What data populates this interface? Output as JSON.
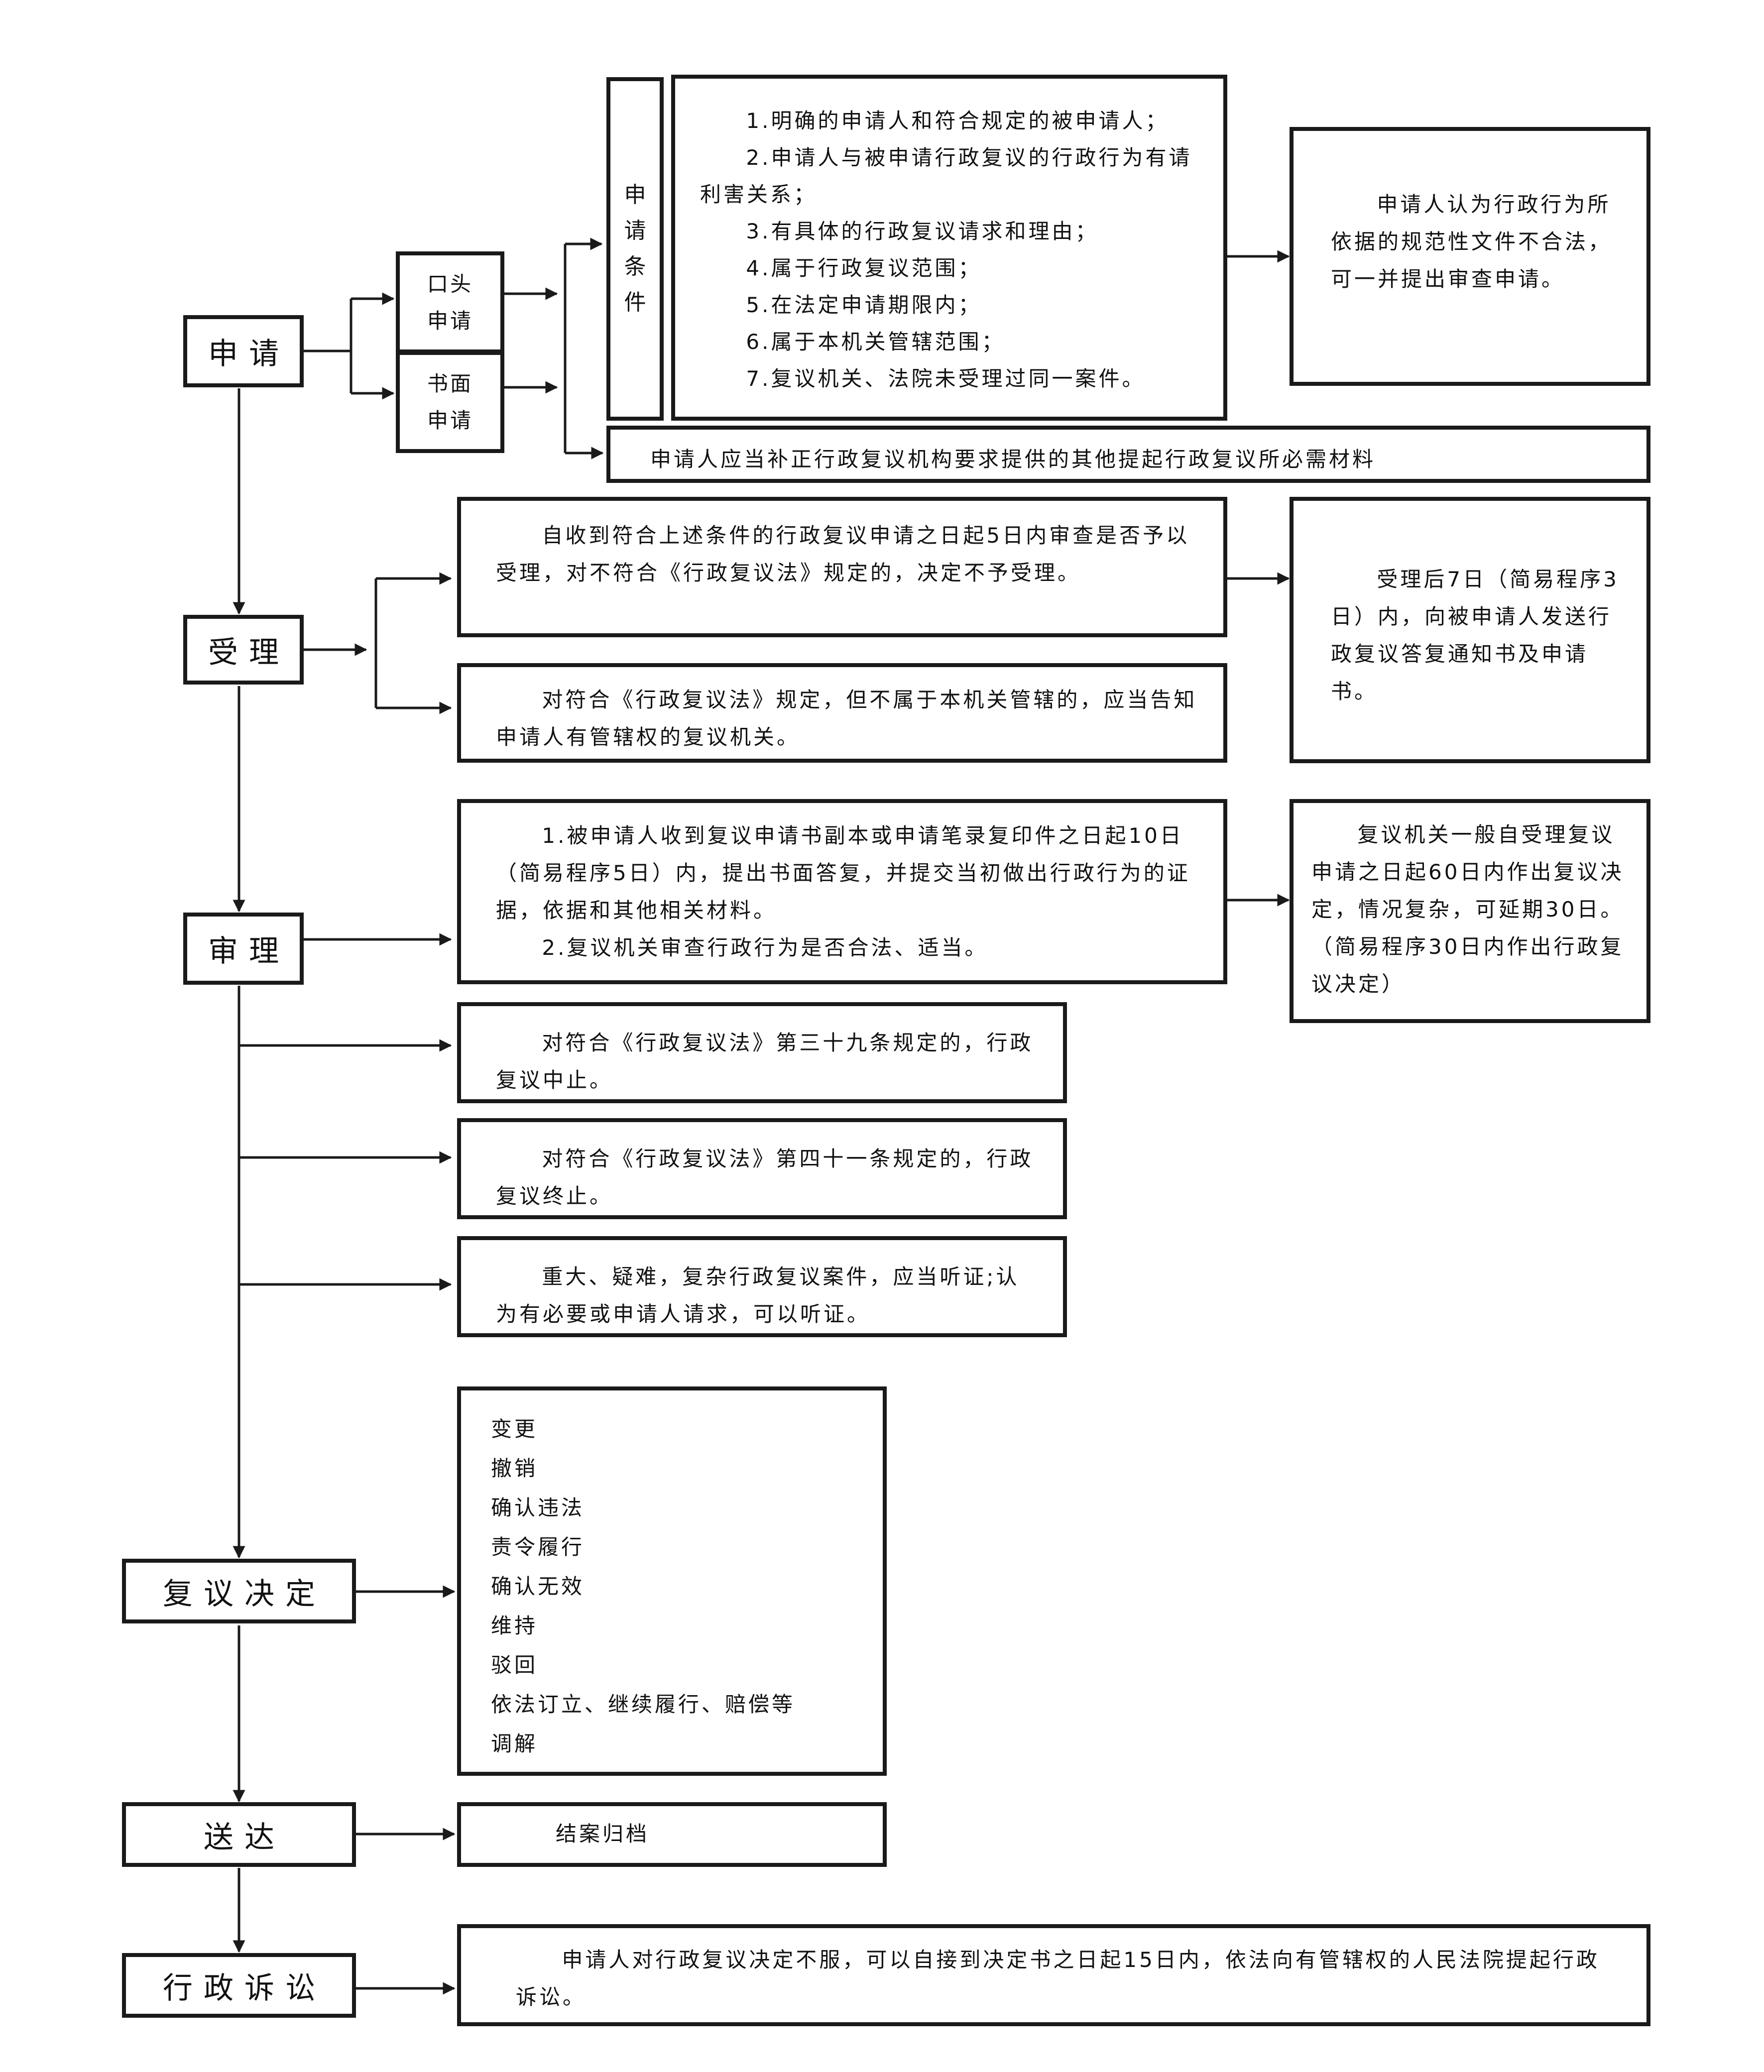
{
  "stages": {
    "apply": "申请",
    "accept": "受理",
    "review": "审理",
    "decision": "复议决定",
    "deliver": "送达",
    "litigation": "行政诉讼"
  },
  "apply_methods": {
    "oral": [
      "口头",
      "申请"
    ],
    "written": [
      "书面",
      "申请"
    ]
  },
  "conditions_label": [
    "申",
    "请",
    "条",
    "件"
  ],
  "conditions": [
    "1.明确的申请人和符合规定的被申请人；",
    "2.申请人与被申请行政复议的行政行为有请利害关系；",
    "3.有具体的行政复议请求和理由；",
    "4.属于行政复议范围；",
    "5.在法定申请期限内；",
    "6.属于本机关管辖范围；",
    "7.复议机关、法院未受理过同一案件。"
  ],
  "normative_review": "申请人认为行政行为所依据的规范性文件不合法，可一并提出审查申请。",
  "supplement_materials": "申请人应当补正行政复议机构要求提供的其他提起行政复议所必需材料",
  "acceptance": {
    "review_5days": "自收到符合上述条件的行政复议申请之日起5日内审查是否予以受理，对不符合《行政复议法》规定的，决定不予受理。",
    "not_jurisdiction": "对符合《行政复议法》规定，但不属于本机关管辖的，应当告知申请人有管辖权的复议机关。",
    "notify": "受理后7日（简易程序3日）内，向被申请人发送行政复议答复通知书及申请书。"
  },
  "trial": {
    "items": [
      "1.被申请人收到复议申请书副本或申请笔录复印件之日起10日（简易程序5日）内，提出书面答复，并提交当初做出行政行为的证据，依据和其他相关材料。",
      "2.复议机关审查行政行为是否合法、适当。"
    ],
    "deadline": "复议机关一般自受理复议申请之日起60日内作出复议决定，情况复杂，可延期30日。（简易程序30日内作出行政复议决定）",
    "suspend": "对符合《行政复议法》第三十九条规定的，行政复议中止。",
    "terminate": "对符合《行政复议法》第四十一条规定的，行政复议终止。",
    "hearing": "重大、疑难，复杂行政复议案件，应当听证;认为有必要或申请人请求，可以听证。"
  },
  "decision_types": [
    "变更",
    "撤销",
    "确认违法",
    "责令履行",
    "确认无效",
    "维持",
    "驳回",
    "依法订立、继续履行、赔偿等",
    "调解"
  ],
  "archive": "结案归档",
  "litigation_text": "申请人对行政复议决定不服，可以自接到决定书之日起15日内，依法向有管辖权的人民法院提起行政诉讼。",
  "colors": {
    "line": "#1a1a1a",
    "background": "#ffffff"
  }
}
